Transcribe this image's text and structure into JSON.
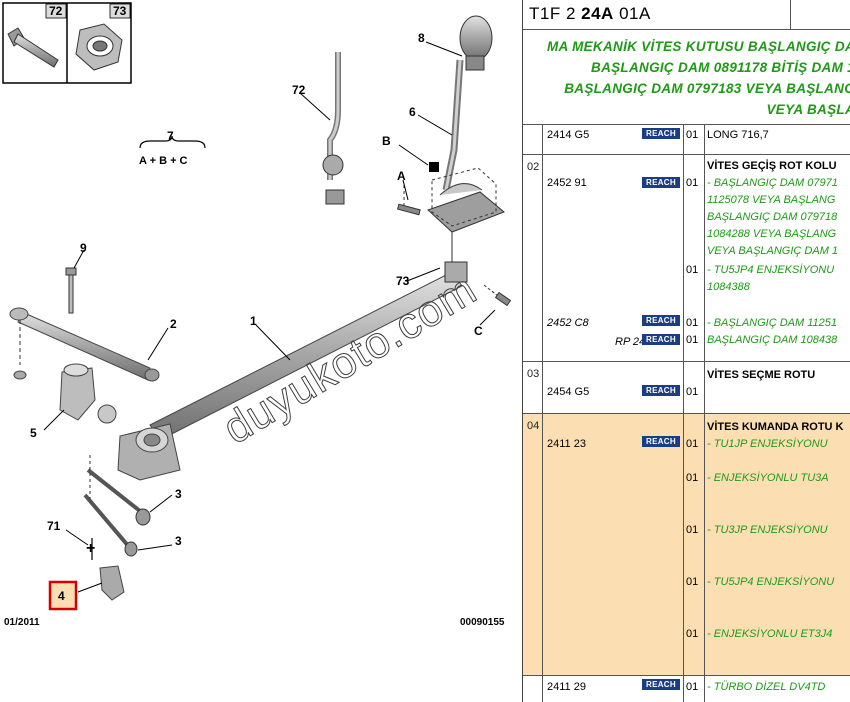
{
  "diagram": {
    "inset_labels": [
      "72",
      "73"
    ],
    "group_label": "7",
    "group_formula": "A + B + C",
    "callouts": [
      "1",
      "2",
      "3",
      "3",
      "4",
      "5",
      "6",
      "8",
      "9",
      "71",
      "72",
      "73",
      "A",
      "B",
      "C"
    ],
    "date": "01/2011",
    "ref_number": "00090155",
    "watermark": "duyukoto.com"
  },
  "header": {
    "prefix": "T1F 2",
    "bold": "24A",
    "suffix": "01A"
  },
  "note_lines": [
    "MA MEKANİK VİTES KUTUSU BAŞLANGIÇ DA",
    "BAŞLANGIÇ DAM 0891178 BİTİŞ DAM 1",
    "BAŞLANGIÇ DAM 0797183 VEYA BAŞLANG",
    "VEYA BAŞLA"
  ],
  "reach_label": "REACH",
  "rows": [
    {
      "num": "",
      "ref": "2414 G5",
      "qty": "01",
      "desc": "LONG 716,7"
    },
    {
      "num": "02",
      "ref": "2452 91",
      "qty1": "01",
      "qty2": "01",
      "title": "VİTES GEÇİŞ ROT KOLU",
      "lines": [
        "- BAŞLANGIÇ DAM 07971",
        "1125078 VEYA BAŞLANG",
        "BAŞLANGIÇ DAM 079718",
        "1084288 VEYA BAŞLANG",
        "VEYA BAŞLANGIÇ DAM 1"
      ],
      "lines2": [
        "- TU5JP4 ENJEKSİYONU",
        "1084388"
      ],
      "ref2": "2452 C8",
      "ref3": "RP 2452 H9",
      "qty3": "01",
      "qty4": "01",
      "lines3": [
        "- BAŞLANGIÇ DAM 11251",
        "BAŞLANGIÇ DAM 108438"
      ]
    },
    {
      "num": "03",
      "ref": "2454 G5",
      "qty": "01",
      "title": "VİTES SEÇME ROTU"
    },
    {
      "num": "04",
      "ref": "2411 23",
      "title": "VİTES KUMANDA ROTU K",
      "items": [
        {
          "qty": "01",
          "text": "- TU1JP ENJEKSİYONU"
        },
        {
          "qty": "01",
          "text": "- ENJEKSİYONLU TU3A"
        },
        {
          "qty": "01",
          "text": "- TU3JP ENJEKSİYONU"
        },
        {
          "qty": "01",
          "text": "- TU5JP4 ENJEKSİYONU"
        },
        {
          "qty": "01",
          "text": "- ENJEKSİYONLU ET3J4"
        }
      ]
    },
    {
      "num": "",
      "ref": "2411 29",
      "qty": "01",
      "desc": "- TÜRBO DİZEL DV4TD"
    }
  ]
}
